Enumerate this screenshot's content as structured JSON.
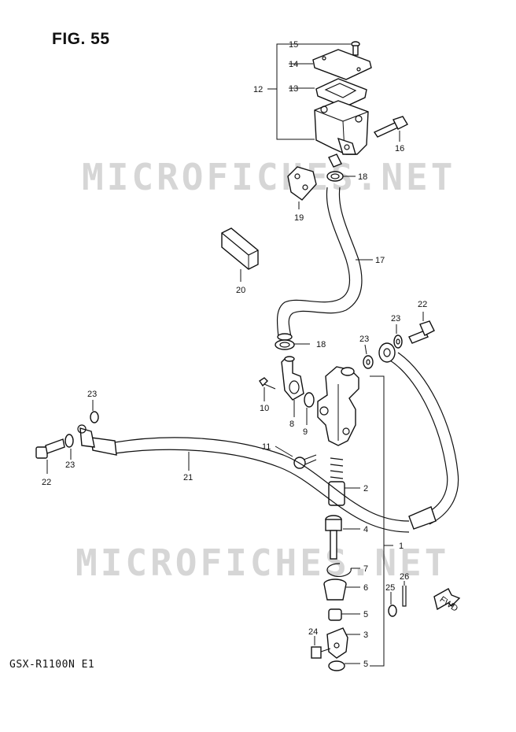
{
  "figure": {
    "title": "FIG. 55",
    "model": "GSX-R1100N E1",
    "watermark": "MICROFICHES.NET"
  },
  "callouts": [
    {
      "id": "c15a",
      "text": "15"
    },
    {
      "id": "c14",
      "text": "14"
    },
    {
      "id": "c12",
      "text": "12"
    },
    {
      "id": "c13",
      "text": "13"
    },
    {
      "id": "c16",
      "text": "16"
    },
    {
      "id": "c18a",
      "text": "18"
    },
    {
      "id": "c19",
      "text": "19"
    },
    {
      "id": "c17",
      "text": "17"
    },
    {
      "id": "c20",
      "text": "20"
    },
    {
      "id": "c22a",
      "text": "22"
    },
    {
      "id": "c23a",
      "text": "23"
    },
    {
      "id": "c18b",
      "text": "18"
    },
    {
      "id": "c23b",
      "text": "23"
    },
    {
      "id": "c10",
      "text": "10"
    },
    {
      "id": "c8",
      "text": "8"
    },
    {
      "id": "c9",
      "text": "9"
    },
    {
      "id": "c23c",
      "text": "23"
    },
    {
      "id": "c22b",
      "text": "22"
    },
    {
      "id": "c23d",
      "text": "23"
    },
    {
      "id": "c11",
      "text": "11"
    },
    {
      "id": "c21",
      "text": "21"
    },
    {
      "id": "c2",
      "text": "2"
    },
    {
      "id": "c4",
      "text": "4"
    },
    {
      "id": "c1",
      "text": "1"
    },
    {
      "id": "c7",
      "text": "7"
    },
    {
      "id": "c6",
      "text": "6"
    },
    {
      "id": "c25",
      "text": "25"
    },
    {
      "id": "c26",
      "text": "26"
    },
    {
      "id": "c5a",
      "text": "5"
    },
    {
      "id": "c3",
      "text": "3"
    },
    {
      "id": "c24",
      "text": "24"
    },
    {
      "id": "c5b",
      "text": "5"
    }
  ],
  "fwd_label": "FWD"
}
